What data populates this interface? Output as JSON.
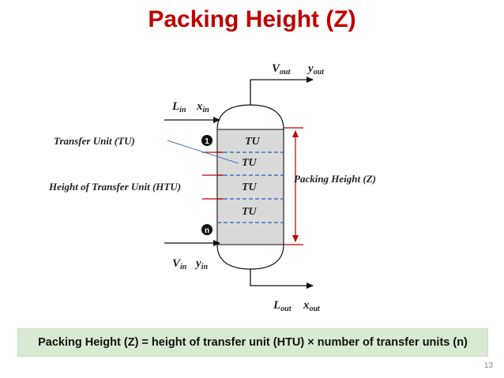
{
  "slide": {
    "title": "Packing Height (Z)",
    "formula": "Packing Height (Z) = height of transfer unit (HTU) × number of transfer units (n)",
    "page_number": "13"
  },
  "diagram": {
    "streams": {
      "v_out": {
        "main": "V",
        "sub": "out"
      },
      "y_out": {
        "main": "y",
        "sub": "out"
      },
      "l_in": {
        "main": "L",
        "sub": "in"
      },
      "x_in": {
        "main": "x",
        "sub": "in"
      },
      "v_in": {
        "main": "V",
        "sub": "in"
      },
      "y_in": {
        "main": "y",
        "sub": "in"
      },
      "l_out": {
        "main": "L",
        "sub": "out"
      },
      "x_out": {
        "main": "x",
        "sub": "out"
      }
    },
    "labels": {
      "transfer_unit": "Transfer Unit  (TU)",
      "htu": "Height of Transfer Unit (HTU)",
      "packing_height": "Packing Height (Z)"
    },
    "units": [
      "TU",
      "TU",
      "TU",
      "TU"
    ],
    "markers": {
      "first": "1",
      "last": "n"
    }
  },
  "colors": {
    "title": "#c00000",
    "packing": "#d9d9d9",
    "dashed_divider": "#4472c4",
    "dimension": "#c00000",
    "formula_bg": "#d9ead3"
  }
}
